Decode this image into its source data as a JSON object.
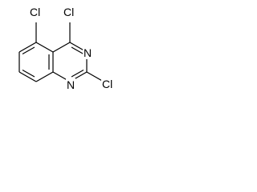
{
  "molecule": {
    "atoms": {
      "cl_5": "Cl",
      "cl_4": "Cl",
      "n_3": "N",
      "cl_2": "Cl",
      "n_1": "N"
    }
  }
}
